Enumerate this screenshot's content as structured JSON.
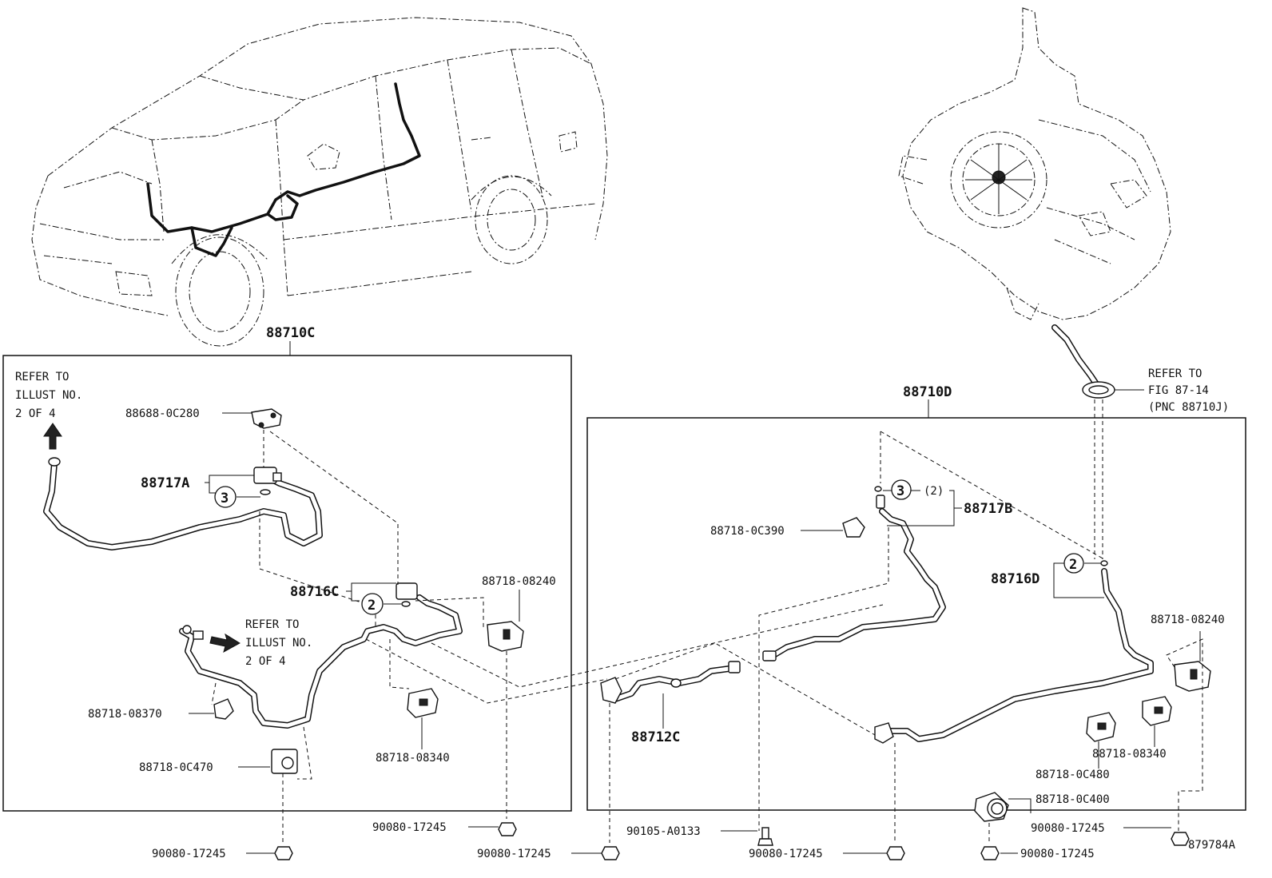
{
  "labels": {
    "p88710C": "88710C",
    "p88710D": "88710D",
    "p88688_0C280": "88688-0C280",
    "p88717A": "88717A",
    "p88717B": "88717B",
    "p88716C": "88716C",
    "p88716D": "88716D",
    "p88712C": "88712C",
    "p88718_08240_a": "88718-08240",
    "p88718_08240_b": "88718-08240",
    "p88718_08370": "88718-08370",
    "p88718_0C470": "88718-0C470",
    "p88718_08340_a": "88718-08340",
    "p88718_08340_b": "88718-08340",
    "p88718_0C390": "88718-0C390",
    "p88718_0C480": "88718-0C480",
    "p88718_0C400": "88718-0C400",
    "p90080_17245_a": "90080-17245",
    "p90080_17245_b": "90080-17245",
    "p90080_17245_c": "90080-17245",
    "p90080_17245_d": "90080-17245",
    "p90080_17245_e": "90080-17245",
    "p90080_17245_f": "90080-17245",
    "p90105_A0133": "90105-A0133",
    "qty_2": "(2)",
    "circle_2": "2",
    "circle_3": "3",
    "figure_id": "879784A"
  },
  "notes": {
    "refer_a": [
      "REFER TO",
      "ILLUST NO.",
      "2 OF 4"
    ],
    "refer_b": [
      "REFER TO",
      "ILLUST NO.",
      "2 OF 4"
    ],
    "refer_fig": [
      "REFER TO",
      "FIG 87-14",
      "(PNC 88710J)"
    ]
  }
}
